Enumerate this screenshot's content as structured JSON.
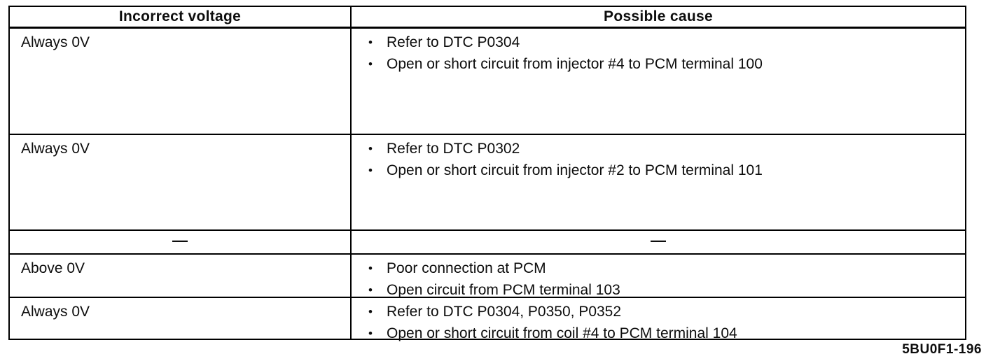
{
  "header": {
    "col1": "Incorrect voltage",
    "col2": "Possible cause"
  },
  "table": {
    "rows": [
      {
        "voltage": "Always 0V",
        "causes": [
          "Refer to DTC P0304",
          "Open or short circuit from injector #4 to PCM terminal 100"
        ]
      },
      {
        "voltage": "Always 0V",
        "causes": [
          "Refer to DTC P0302",
          "Open or short circuit from injector #2 to PCM terminal 101"
        ]
      },
      {
        "voltage": "—",
        "causes": [
          "—"
        ]
      },
      {
        "voltage": "Above 0V",
        "causes": [
          "Poor connection at PCM",
          "Open circuit from PCM terminal 103"
        ]
      },
      {
        "voltage": "Always 0V",
        "causes": [
          "Refer to DTC P0304, P0350, P0352",
          "Open or short circuit from coil #4 to PCM terminal 104"
        ]
      }
    ]
  },
  "icons": {
    "bullet": "•"
  },
  "footer": {
    "code": "5BU0F1-196"
  },
  "colors": {
    "ink": "#0d0d0d",
    "paper": "#ffffff",
    "border": "#000000"
  }
}
